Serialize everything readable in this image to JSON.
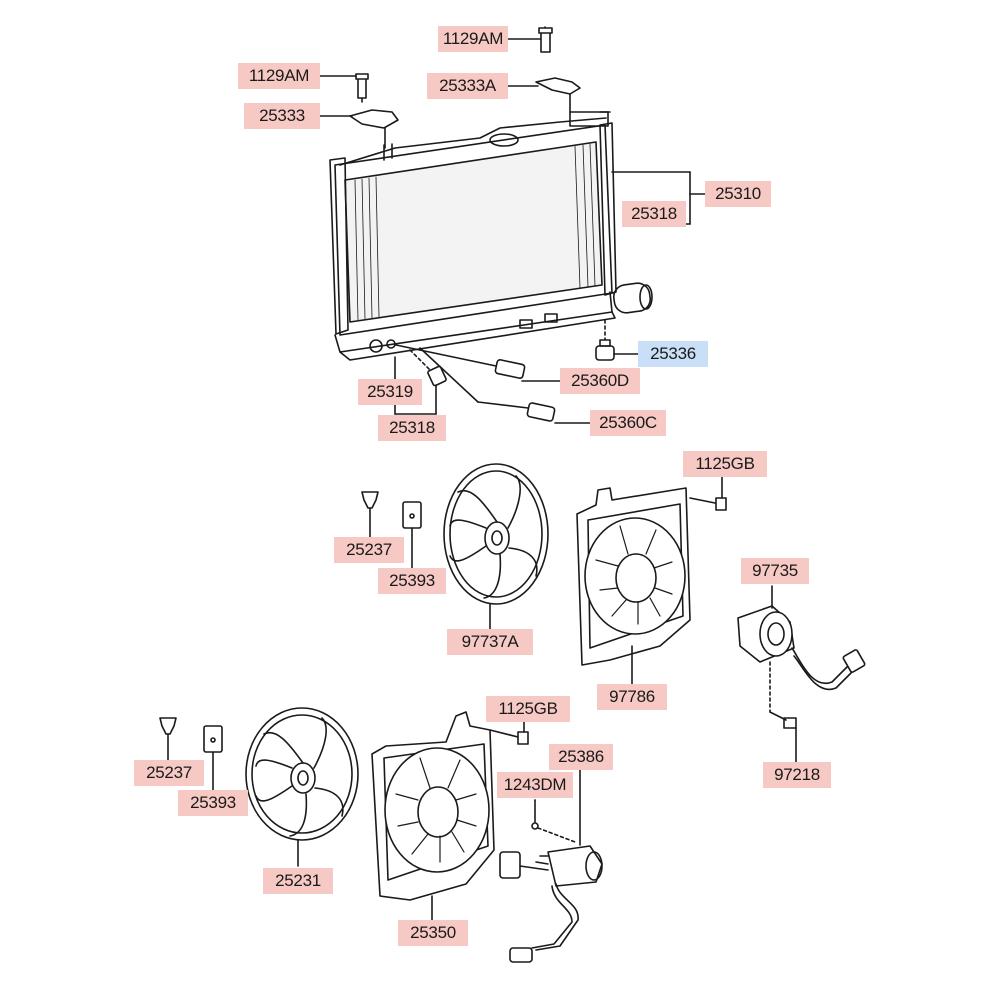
{
  "title": "",
  "colors": {
    "label_bg": "#f7c9c4",
    "highlight_bg": "#c9dff7",
    "line": "#1a1a1a"
  },
  "callouts": [
    {
      "id": "c1",
      "text": "1129AM"
    },
    {
      "id": "c2",
      "text": "1129AM"
    },
    {
      "id": "c3",
      "text": "25333A"
    },
    {
      "id": "c4",
      "text": "25333"
    },
    {
      "id": "c5",
      "text": "25310"
    },
    {
      "id": "c6",
      "text": "25318"
    },
    {
      "id": "c7",
      "text": "25336",
      "highlighted": true
    },
    {
      "id": "c8",
      "text": "25360D"
    },
    {
      "id": "c9",
      "text": "25319"
    },
    {
      "id": "c10",
      "text": "25318"
    },
    {
      "id": "c11",
      "text": "25360C"
    },
    {
      "id": "c12",
      "text": "1125GB"
    },
    {
      "id": "c13",
      "text": "25237"
    },
    {
      "id": "c14",
      "text": "25393"
    },
    {
      "id": "c15",
      "text": "97737A"
    },
    {
      "id": "c16",
      "text": "97735"
    },
    {
      "id": "c17",
      "text": "97786"
    },
    {
      "id": "c18",
      "text": "97218"
    },
    {
      "id": "c19",
      "text": "1125GB"
    },
    {
      "id": "c20",
      "text": "25386"
    },
    {
      "id": "c21",
      "text": "1243DM"
    },
    {
      "id": "c22",
      "text": "25237"
    },
    {
      "id": "c23",
      "text": "25393"
    },
    {
      "id": "c24",
      "text": "25231"
    },
    {
      "id": "c25",
      "text": "25350"
    }
  ]
}
